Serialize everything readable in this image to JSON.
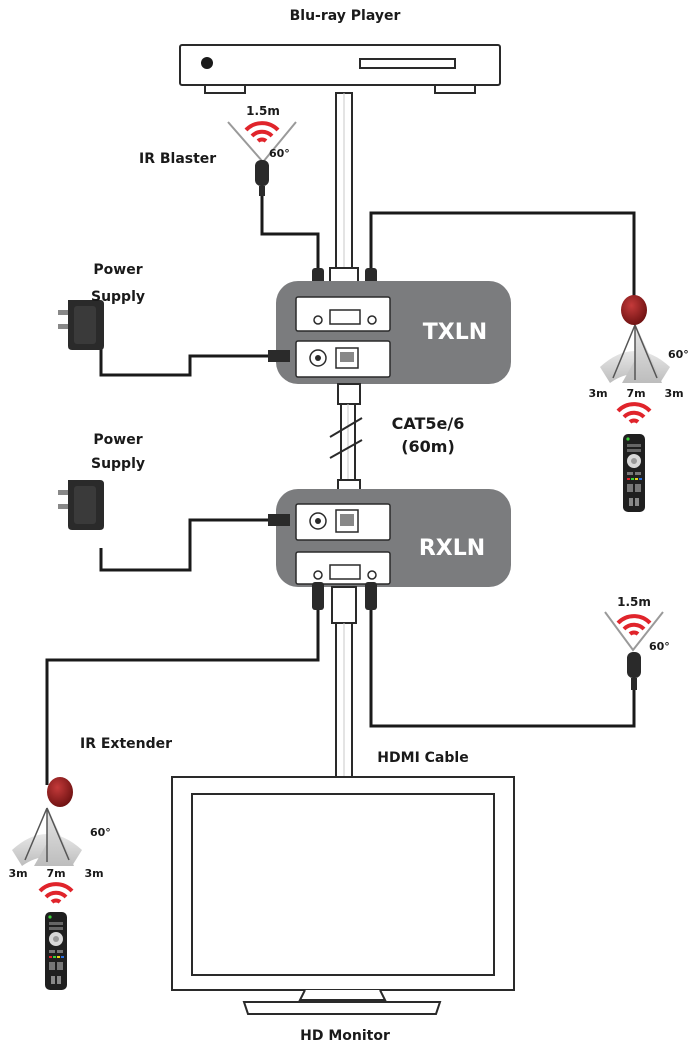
{
  "labels": {
    "source": "Blu-ray Player",
    "ir_blaster": "IR Blaster",
    "power_supply_line1": "Power",
    "power_supply_line2": "Supply",
    "transmitter": "TXLN",
    "receiver": "RXLN",
    "cable_type": "CAT5e/6",
    "cable_length": "(60m)",
    "ir_extender": "IR Extender",
    "hdmi_cable": "HDMI Cable",
    "display": "HD Monitor"
  },
  "ir_blaster_spec": {
    "range": "1.5m",
    "angle": "60°"
  },
  "ir_extender_spec": {
    "range": "1.5m",
    "angle": "60°"
  },
  "ir_receiver_spec": {
    "left": "3m",
    "center": "7m",
    "right": "3m",
    "angle": "60°"
  },
  "colors": {
    "unit_body": "#7b7c7e",
    "cable": "#1a1a1a",
    "ir_wave": "#e0242b",
    "ir_eye": "#8b1a1a",
    "reception_cone": "#cfcfcf"
  }
}
